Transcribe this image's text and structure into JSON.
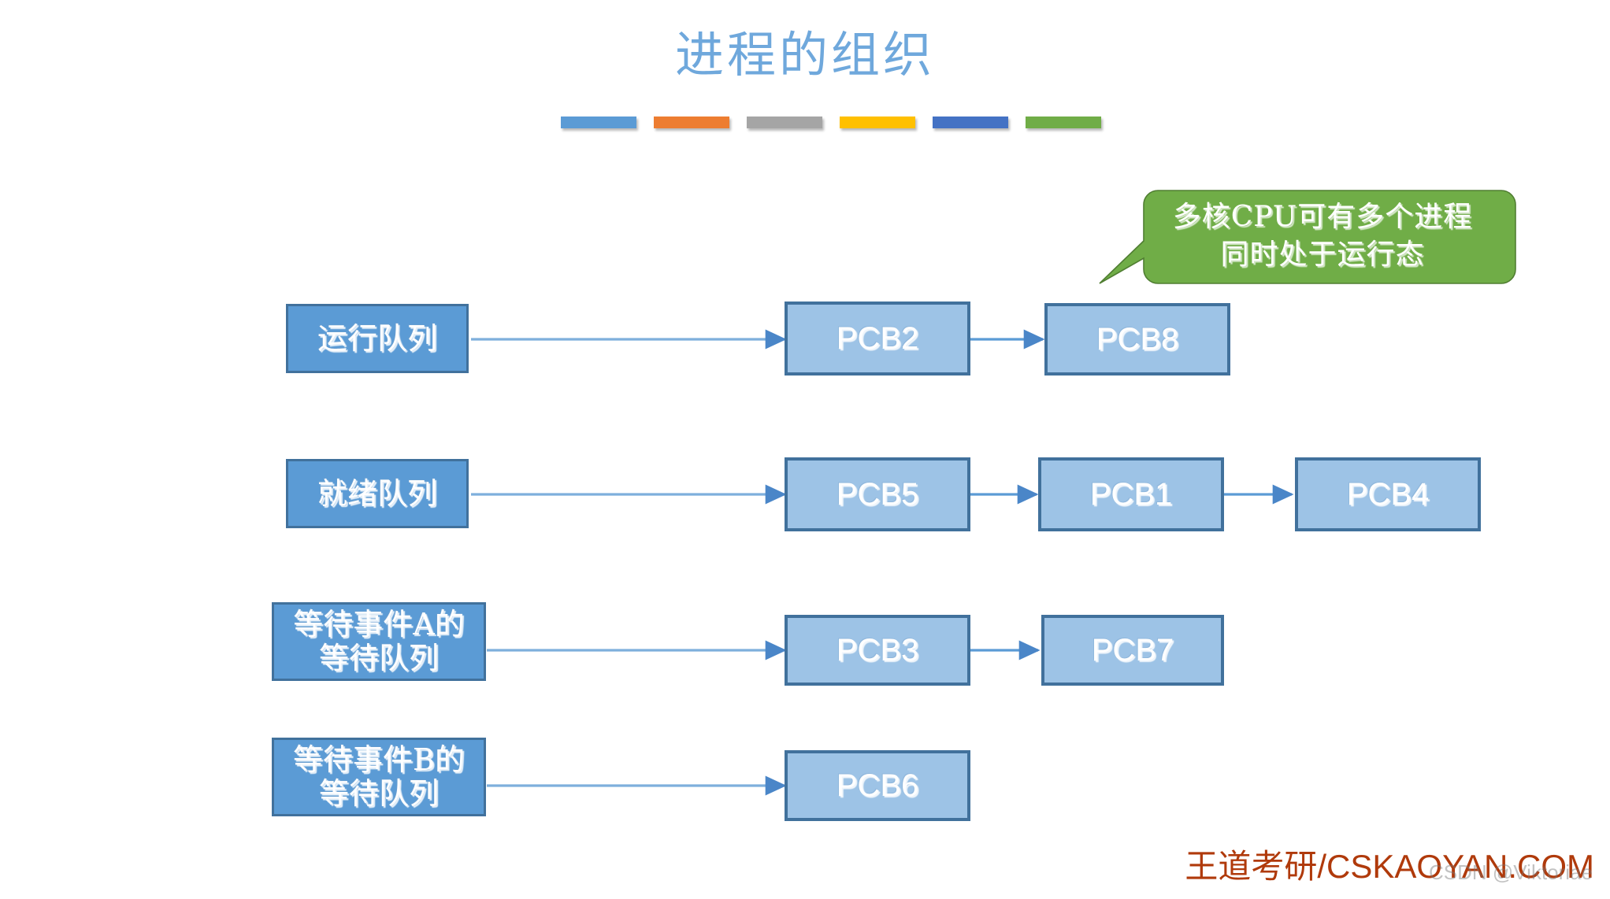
{
  "slide": {
    "title": "进程的组织",
    "title_color": "#6FA8DC",
    "background": "#ffffff"
  },
  "decor_bars": [
    {
      "name": "bar-blue",
      "color": "#5B9BD5"
    },
    {
      "name": "bar-orange",
      "color": "#ED7D31"
    },
    {
      "name": "bar-gray",
      "color": "#A5A5A5"
    },
    {
      "name": "bar-gold",
      "color": "#FFC000"
    },
    {
      "name": "bar-darkblue",
      "color": "#4472C4"
    },
    {
      "name": "bar-green",
      "color": "#70AD47"
    }
  ],
  "callout": {
    "line1": "多核CPU可有多个进程",
    "line2": "同时处于运行态",
    "fill": "#70AD47",
    "stroke": "#507E32",
    "text_color": "#ffffff"
  },
  "colors": {
    "queue_fill": "#5B9BD5",
    "queue_border": "#41719C",
    "pcb_fill": "#9DC3E6",
    "pcb_border": "#41719C",
    "arrow": "#5B9BD5",
    "brand": "#B03A0B"
  },
  "rows": [
    {
      "name": "running-queue-row",
      "queue": {
        "line1": "运行队列",
        "line2": ""
      },
      "pcbs": [
        "PCB2",
        "PCB8"
      ]
    },
    {
      "name": "ready-queue-row",
      "queue": {
        "line1": "就绪队列",
        "line2": ""
      },
      "pcbs": [
        "PCB5",
        "PCB1",
        "PCB4"
      ]
    },
    {
      "name": "waiting-event-a-row",
      "queue": {
        "line1": "等待事件A的",
        "line2": "等待队列"
      },
      "pcbs": [
        "PCB3",
        "PCB7"
      ]
    },
    {
      "name": "waiting-event-b-row",
      "queue": {
        "line1": "等待事件B的",
        "line2": "等待队列"
      },
      "pcbs": [
        "PCB6"
      ]
    }
  ],
  "footer": {
    "brand": "王道考研/CSKAOYAN.COM",
    "watermark": "CSDN @Viktoriae"
  }
}
